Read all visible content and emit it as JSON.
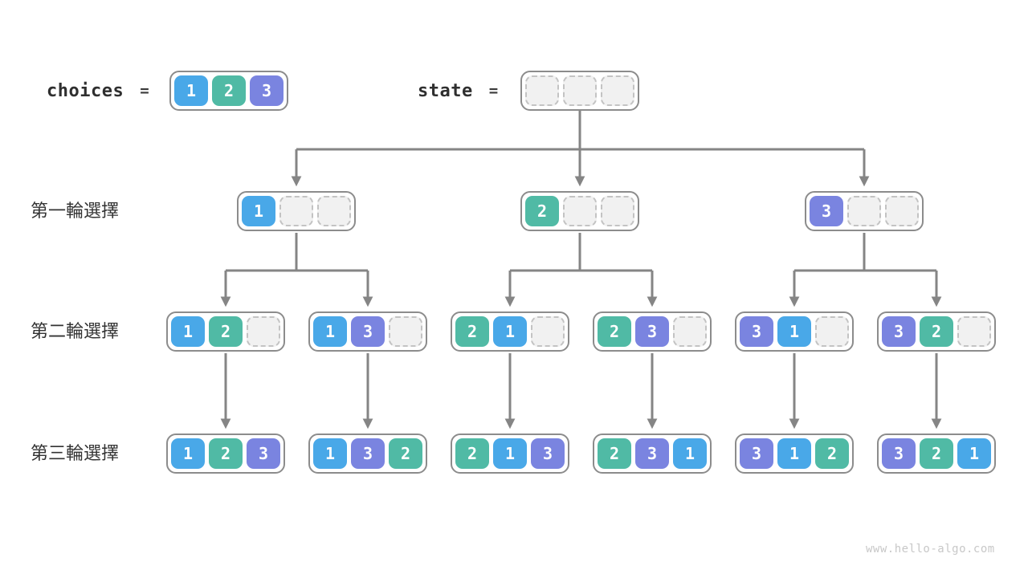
{
  "page": {
    "watermark": "www.hello-algo.com",
    "background": "#ffffff"
  },
  "palette": {
    "value1_color": "#49a8e8",
    "value2_color": "#50baa5",
    "value3_color": "#7a84e0",
    "empty_cell_fill": "#f1f1f1",
    "empty_cell_border": "#c3c3c3",
    "box_border": "#8c8c8c",
    "arrow": "#858585",
    "label_text": "#2f2f2f",
    "watermark_text": "#c8c8c8"
  },
  "equations": {
    "choices": {
      "label": "choices",
      "equals": "=",
      "cells": [
        "1",
        "2",
        "3"
      ]
    },
    "state": {
      "label": "state",
      "equals": "=",
      "cells": [
        "",
        "",
        ""
      ]
    }
  },
  "rows": [
    {
      "label": "第一輪選擇",
      "states": [
        {
          "cells": [
            "1",
            "",
            ""
          ]
        },
        {
          "cells": [
            "2",
            "",
            ""
          ]
        },
        {
          "cells": [
            "3",
            "",
            ""
          ]
        }
      ]
    },
    {
      "label": "第二輪選擇",
      "states": [
        {
          "cells": [
            "1",
            "2",
            ""
          ]
        },
        {
          "cells": [
            "1",
            "3",
            ""
          ]
        },
        {
          "cells": [
            "2",
            "1",
            ""
          ]
        },
        {
          "cells": [
            "2",
            "3",
            ""
          ]
        },
        {
          "cells": [
            "3",
            "1",
            ""
          ]
        },
        {
          "cells": [
            "3",
            "2",
            ""
          ]
        }
      ]
    },
    {
      "label": "第三輪選擇",
      "states": [
        {
          "cells": [
            "1",
            "2",
            "3"
          ]
        },
        {
          "cells": [
            "1",
            "3",
            "2"
          ]
        },
        {
          "cells": [
            "2",
            "1",
            "3"
          ]
        },
        {
          "cells": [
            "2",
            "3",
            "1"
          ]
        },
        {
          "cells": [
            "3",
            "1",
            "2"
          ]
        },
        {
          "cells": [
            "3",
            "2",
            "1"
          ]
        }
      ]
    }
  ]
}
